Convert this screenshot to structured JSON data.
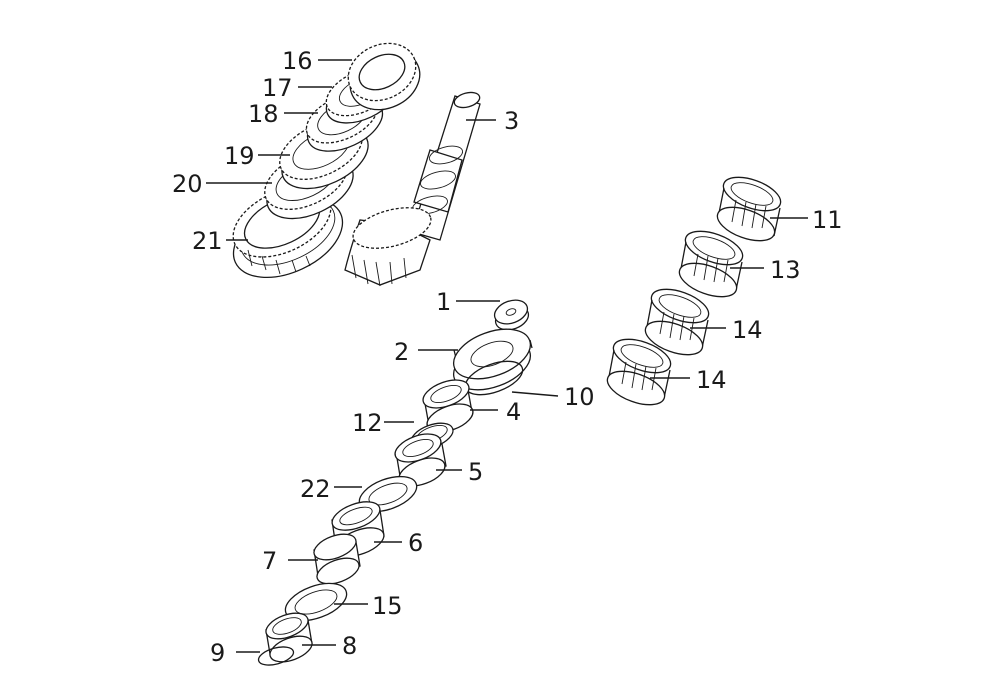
{
  "callouts": [
    {
      "id": "1",
      "text": "1"
    },
    {
      "id": "2",
      "text": "2"
    },
    {
      "id": "3",
      "text": "3"
    },
    {
      "id": "4",
      "text": "4"
    },
    {
      "id": "5",
      "text": "5"
    },
    {
      "id": "6",
      "text": "6"
    },
    {
      "id": "7",
      "text": "7"
    },
    {
      "id": "8",
      "text": "8"
    },
    {
      "id": "9",
      "text": "9"
    },
    {
      "id": "10",
      "text": "10"
    },
    {
      "id": "11",
      "text": "11"
    },
    {
      "id": "12",
      "text": "12"
    },
    {
      "id": "13",
      "text": "13"
    },
    {
      "id": "14a",
      "text": "14"
    },
    {
      "id": "14b",
      "text": "14"
    },
    {
      "id": "15",
      "text": "15"
    },
    {
      "id": "16",
      "text": "16"
    },
    {
      "id": "17",
      "text": "17"
    },
    {
      "id": "18",
      "text": "18"
    },
    {
      "id": "19",
      "text": "19"
    },
    {
      "id": "20",
      "text": "20"
    },
    {
      "id": "21",
      "text": "21"
    },
    {
      "id": "22",
      "text": "22"
    }
  ],
  "colors": {
    "line": "#1a1a1a",
    "background": "#ffffff"
  }
}
